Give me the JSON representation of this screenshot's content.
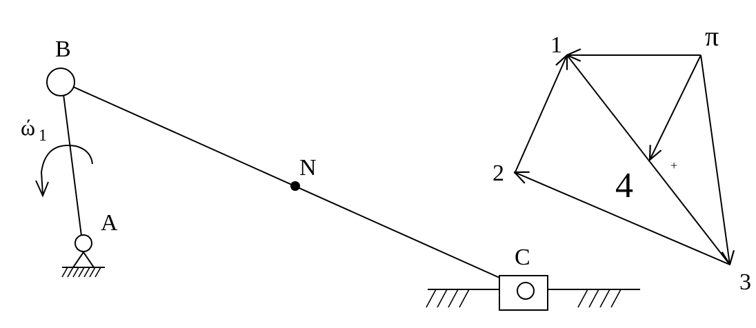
{
  "mechanism": {
    "labels": {
      "b": "B",
      "a": "A",
      "n": "N",
      "c": "C",
      "omega": "ώ",
      "omega_sub": "1"
    }
  },
  "velocity_polygon": {
    "labels": {
      "pi": "π",
      "p1": "1",
      "p2": "2",
      "p3": "3",
      "p4": "4",
      "plus": "+"
    }
  }
}
